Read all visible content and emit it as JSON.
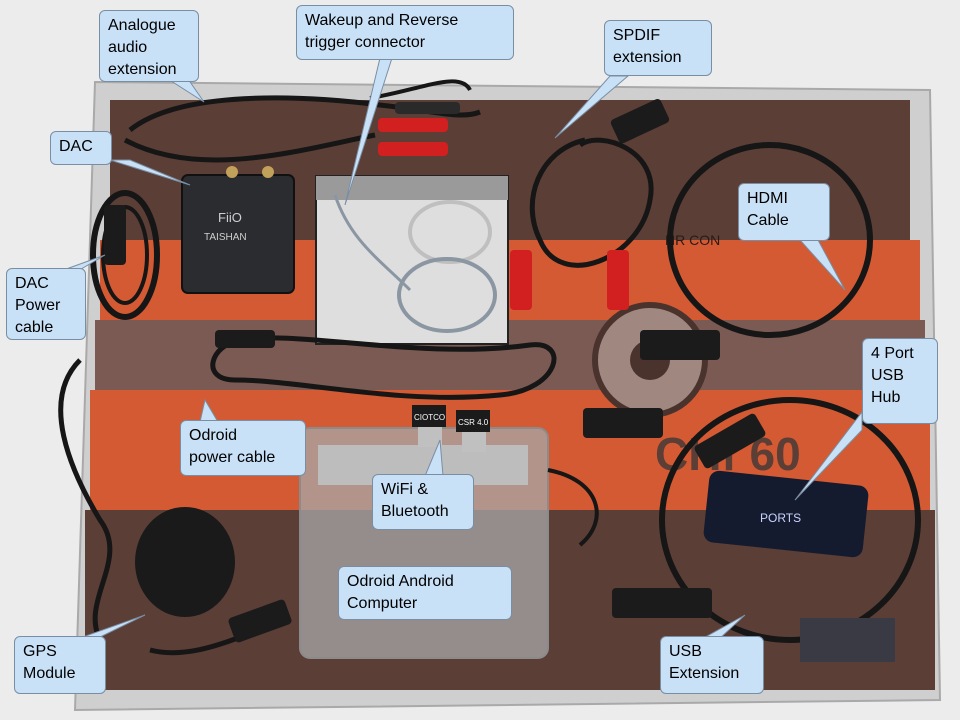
{
  "labels": {
    "analogue": "Analogue\naudio\nextension",
    "wakeup": "Wakeup and Reverse\ntrigger connector",
    "spdif": "SPDIF\nextension",
    "dac": "DAC",
    "dac_power": "DAC\nPower\ncable",
    "hdmi": "HDMI\nCable",
    "odroid_power": "Odroid\npower cable",
    "usb_hub": "4 Port\nUSB\nHub",
    "wifi": "WiFi &\nBluetooth",
    "odroid_computer": "Odroid Android\nComputer",
    "gps": "GPS\nModule",
    "usb_ext": "USB\nExtension"
  },
  "printed": {
    "dac_brand": "FiiO",
    "dac_model": "TAISHAN",
    "wifi_dongle_1": "CIOTCO",
    "wifi_dongle_2": "CSR 4.0",
    "cassette_text": "CHf 60",
    "cassette_small": "NR CON",
    "hub_brand": "PORTS"
  },
  "colors": {
    "callout_fill": "#c9e1f7",
    "callout_border": "#7a8ea3",
    "board_orange": "#d35a33",
    "board_brown": "#5b3e36",
    "cable_black": "#161616",
    "rca_red": "#d21f1f"
  }
}
